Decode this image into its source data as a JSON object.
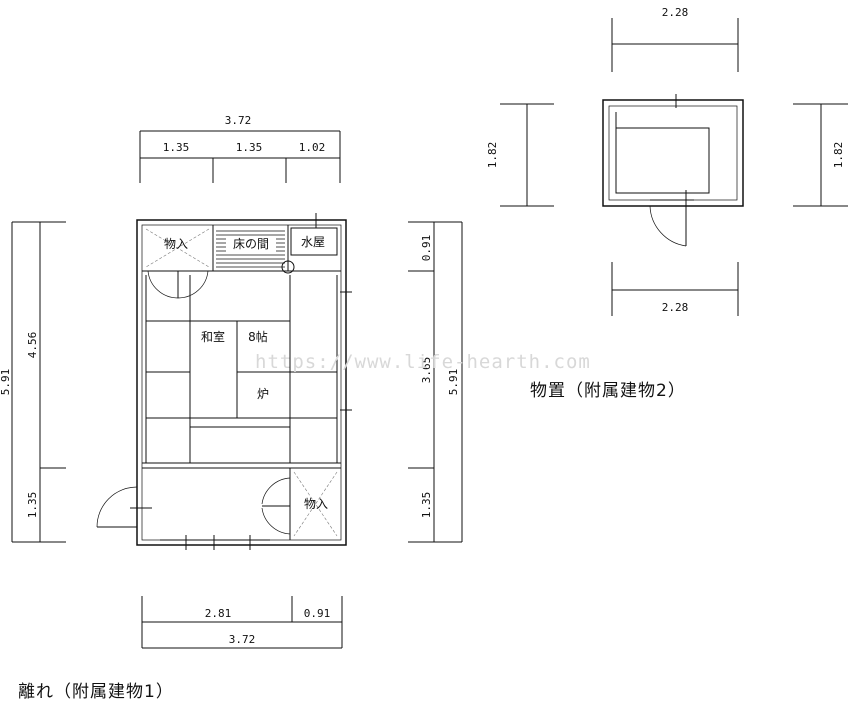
{
  "annex": {
    "caption": "離れ（附属建物1）",
    "top_total": "3.72",
    "top_segments": [
      "1.35",
      "1.35",
      "1.02"
    ],
    "left_total": "5.91",
    "left_segments": [
      "4.56",
      "1.35"
    ],
    "right_total": "5.91",
    "right_segments": [
      "0.91",
      "3.65",
      "1.35"
    ],
    "bottom_segments": [
      "2.81",
      "0.91"
    ],
    "bottom_total": "3.72",
    "rooms": {
      "storage_top": "物入",
      "alcove": "床の間",
      "water": "水屋",
      "washitsu": "和室",
      "size": "8帖",
      "hearth": "炉",
      "storage_bottom": "物入"
    }
  },
  "shed": {
    "caption": "物置（附属建物2）",
    "top_width": "2.28",
    "bottom_width": "2.28",
    "left_depth": "1.82",
    "right_depth": "1.82"
  },
  "watermark": "https://www.life-hearth.com"
}
